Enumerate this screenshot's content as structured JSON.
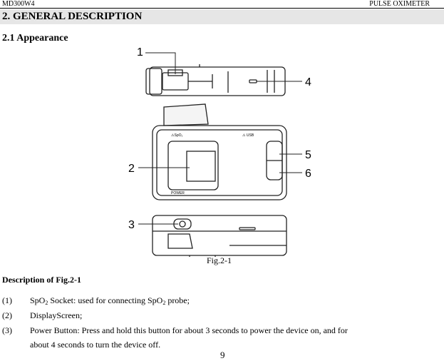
{
  "header": {
    "left": "MD300W4",
    "right": "PULSE OXIMETER"
  },
  "section_title": "2. GENERAL DESCRIPTION",
  "subsection_title": "2.1 Appearance",
  "figure": {
    "caption": "Fig.2-1",
    "callouts": [
      "1",
      "2",
      "3",
      "4",
      "5",
      "6"
    ],
    "device_labels": {
      "spo2": "⚠SpO₂",
      "usb": "⚠ USB",
      "power": "POWER"
    }
  },
  "description": {
    "title": "Description of Fig.2-1",
    "items": [
      {
        "num": "(1)",
        "pre": "SpO",
        "sub": "2",
        "mid": " Socket: used for connecting SpO",
        "sub2": "2",
        "post": " probe;"
      },
      {
        "num": "(2)",
        "text": "DisplayScreen;"
      },
      {
        "num": "(3)",
        "text": "Power Button: Press and hold this button for about 3 seconds to power the device on, and for",
        "text2": "about 4 seconds to turn the device off."
      }
    ]
  },
  "page_number": "9"
}
